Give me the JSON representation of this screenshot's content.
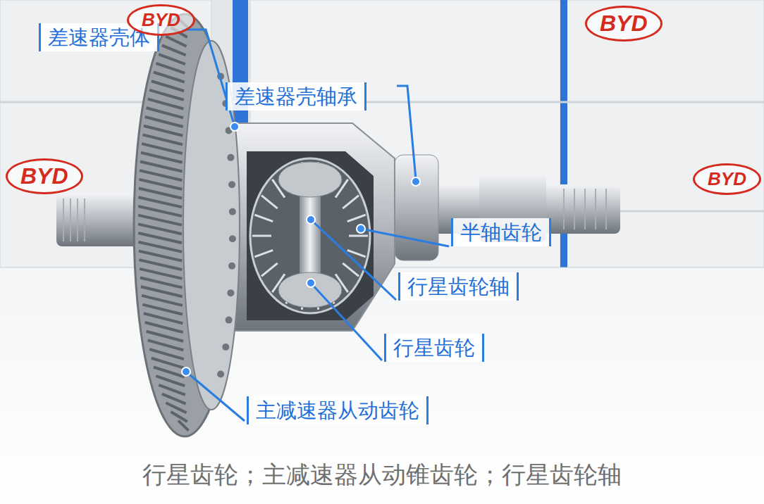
{
  "diagram": {
    "caption": "行星齿轮；主减速器从动锥齿轮；行星齿轮轴",
    "labels": [
      "差速器壳体",
      "差速器壳轴承",
      "半轴齿轮",
      "行星齿轮轴",
      "行星齿轮",
      "主减速器从动齿轮",
      "BYD",
      "BYD",
      "BYD",
      "BYD"
    ]
  }
}
